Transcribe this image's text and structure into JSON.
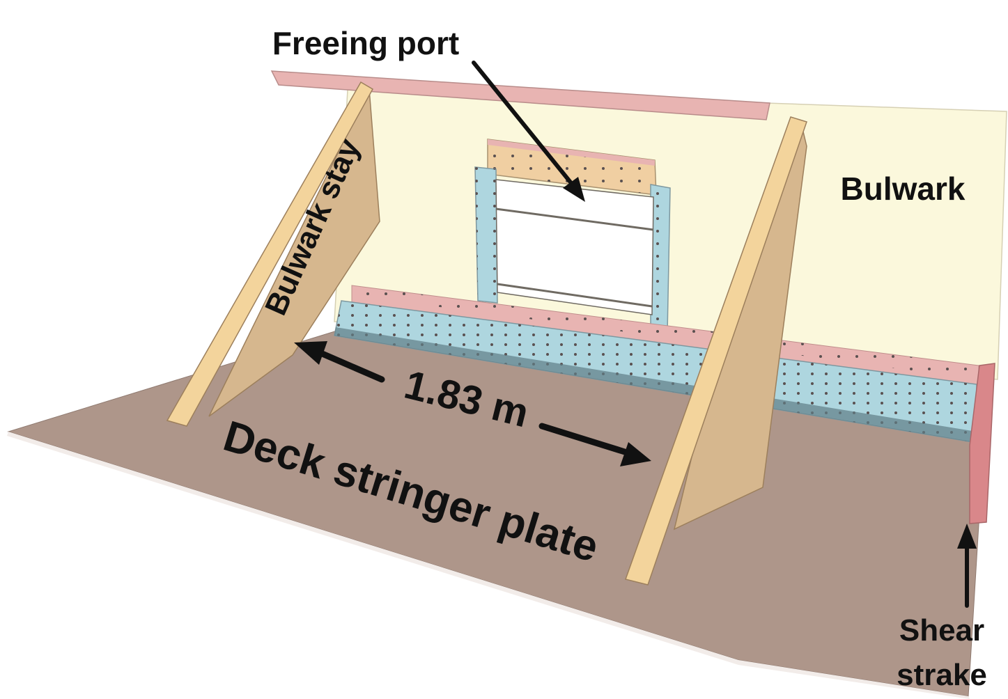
{
  "labels": {
    "freeing_port": "Freeing port",
    "bulwark": "Bulwark",
    "bulwark_stay": "Bulwark stay",
    "spacing": "1.83 m",
    "deck_stringer_plate": "Deck stringer plate",
    "shear_strake_line1": "Shear",
    "shear_strake_line2": "strake"
  },
  "colors": {
    "bulwark_plate": "#fbf8dc",
    "deck": "#ae968a",
    "stay_face": "#f3d49c",
    "stay_web": "#d6b78e",
    "rail": "#e8b4b2",
    "angle_bar": "#aed6df",
    "shear_strake": "#d9878a",
    "rivet": "#5a5050",
    "arrow": "#111111"
  }
}
